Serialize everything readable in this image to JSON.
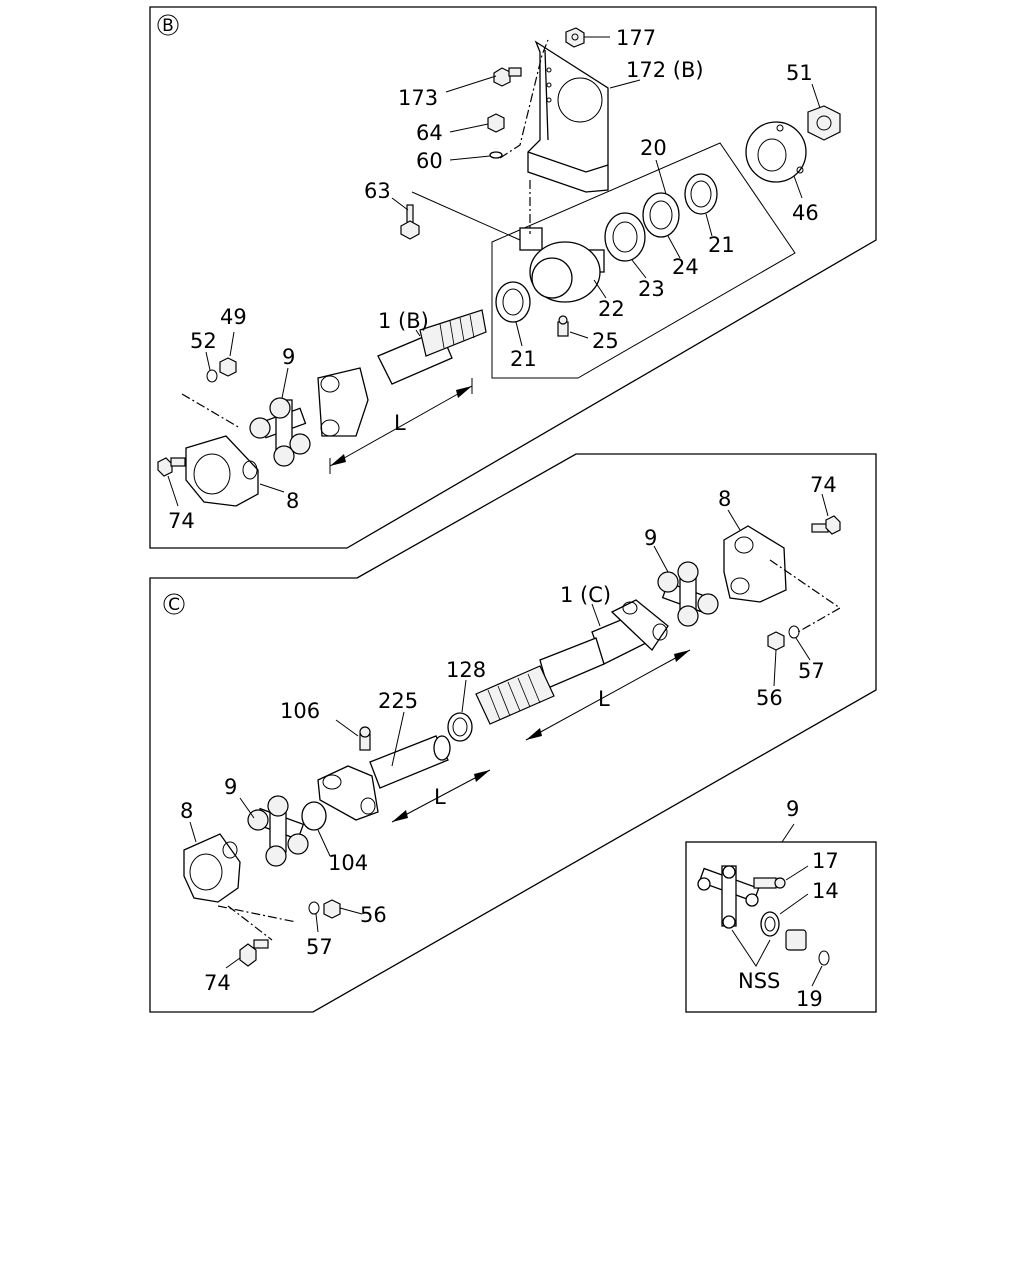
{
  "panels": {
    "b": {
      "letter": "B",
      "labels": {
        "p177": "177",
        "p173": "173",
        "p172": "172 (B)",
        "p64": "64",
        "p60": "60",
        "p51": "51",
        "p20": "20",
        "p46": "46",
        "p63": "63",
        "p21a": "21",
        "p21b": "21",
        "p24": "24",
        "p23": "23",
        "p22": "22",
        "p25": "25",
        "p49": "49",
        "p52": "52",
        "p1b": "1 (B)",
        "p9": "9",
        "pL": "L",
        "p74": "74",
        "p8": "8"
      }
    },
    "c": {
      "letter": "C",
      "labels": {
        "p8top": "8",
        "p74top": "74",
        "p9top": "9",
        "p1c": "1 (C)",
        "p57top": "57",
        "p56top": "56",
        "p128": "128",
        "pLlong": "L",
        "p106": "106",
        "p225": "225",
        "pLshort": "L",
        "p9bot": "9",
        "p8bot": "8",
        "p104": "104",
        "p56bot": "56",
        "p57bot": "57",
        "p74bot": "74"
      }
    },
    "detail": {
      "labels": {
        "p9": "9",
        "p17": "17",
        "p14": "14",
        "pNSS": "NSS",
        "p19": "19"
      }
    }
  }
}
